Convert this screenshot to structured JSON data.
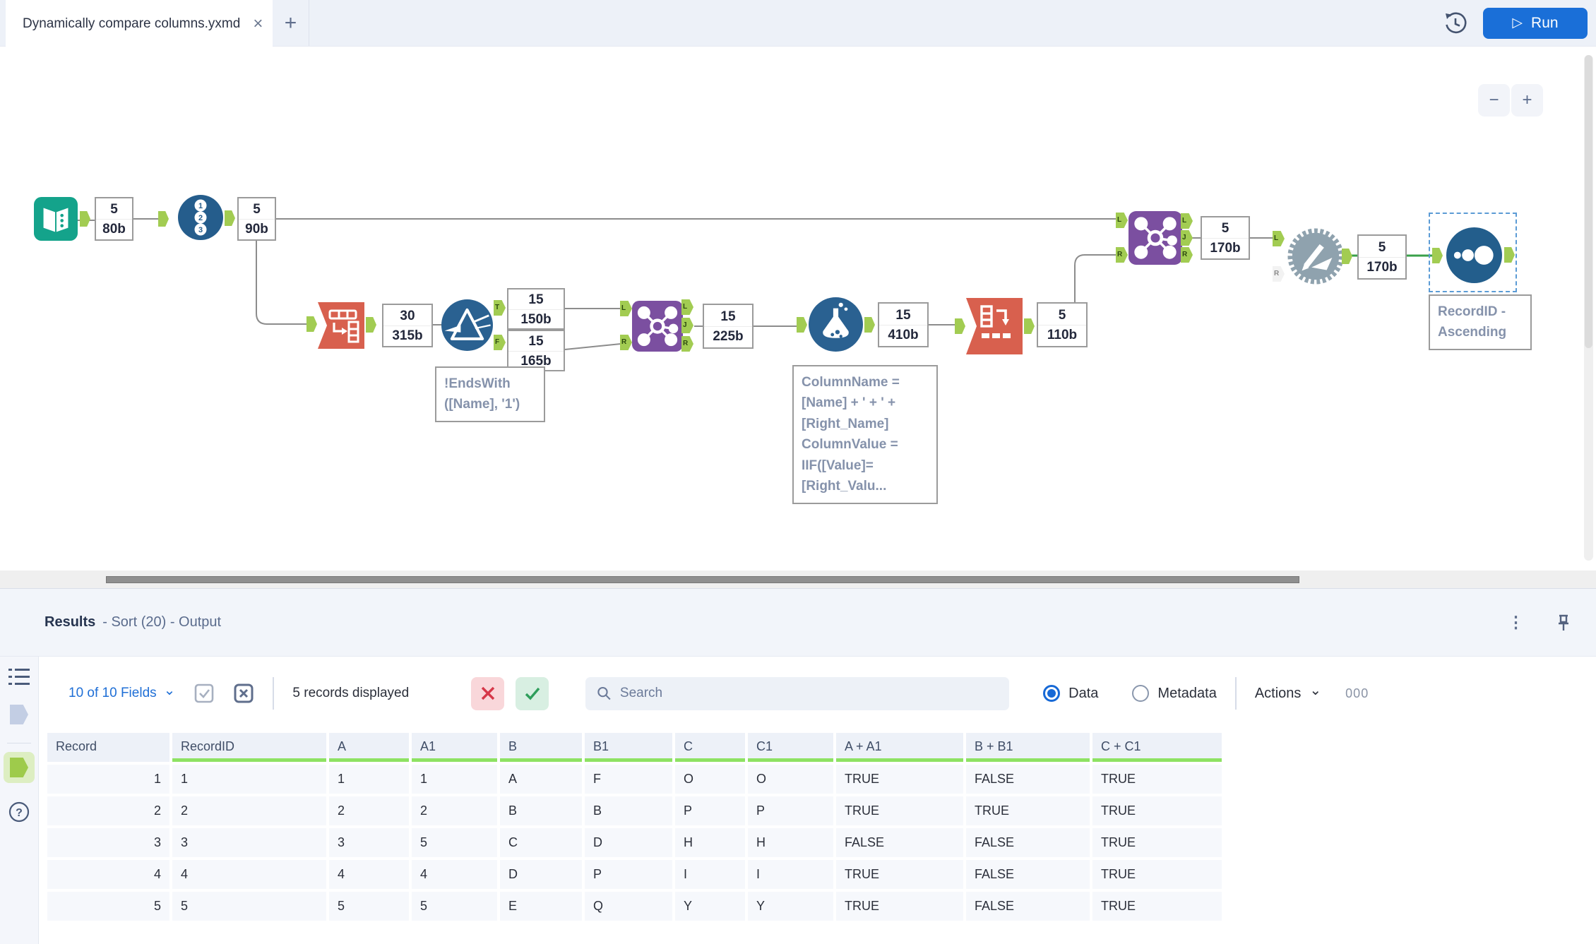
{
  "icons": {
    "close": "×",
    "plus": "+",
    "kebab": "⋮",
    "minus": "−",
    "zoom_plus": "+",
    "play": "▷",
    "chevron": "⌄"
  },
  "colors": {
    "accent_blue": "#1a6fd8",
    "anchor_green": "#a2cc52",
    "tool_teal": "#14a38b",
    "tool_navy": "#255d8c",
    "tool_orange": "#d8604e",
    "tool_purple": "#7b4fa0",
    "tool_gray": "#8fa2ae",
    "header_underline_green": "#8ee263",
    "selected_wire_green": "#3aa04a"
  },
  "tabbar": {
    "tab_title": "Dynamically compare columns.yxmd",
    "run_label": "Run"
  },
  "canvas": {
    "anchor_labels": {
      "t": "T",
      "f": "F",
      "l": "L",
      "j": "J",
      "r": "R"
    },
    "nodes": {
      "input_data": {
        "count": "5",
        "size": "80b"
      },
      "record_id": {
        "count": "5",
        "size": "90b",
        "badges": [
          "1",
          "2",
          "3"
        ]
      },
      "transpose": {
        "count": "30",
        "size": "315b"
      },
      "filter": {
        "true_count": "15",
        "true_size": "150b",
        "false_count": "15",
        "false_size": "165b",
        "annotation": "!EndsWith\n([Name], '1')"
      },
      "join_1": {
        "count": "15",
        "size": "225b"
      },
      "formula": {
        "count": "15",
        "size": "410b",
        "annotation": "ColumnName =\n[Name] + ' + ' +\n[Right_Name]\nColumnValue =\nIIF([Value]=\n[Right_Valu..."
      },
      "cross_tab": {
        "count": "5",
        "size": "110b"
      },
      "join_2": {
        "count": "5",
        "size": "170b"
      },
      "macro": {
        "count": "5",
        "size": "170b"
      },
      "sort": {
        "annotation": "RecordID -\nAscending"
      }
    }
  },
  "results": {
    "title": "Results",
    "subtitle": "- Sort (20) - Output",
    "toolbar": {
      "fields_label": "10 of 10 Fields",
      "records_label": "5 records displayed",
      "search_placeholder": "Search",
      "data_label": "Data",
      "metadata_label": "Metadata",
      "actions_label": "Actions",
      "cell_viewer_label": "000"
    },
    "table": {
      "columns": [
        "Record",
        "RecordID",
        "A",
        "A1",
        "B",
        "B1",
        "C",
        "C1",
        "A + A1",
        "B + B1",
        "C + C1"
      ],
      "rows": [
        [
          "1",
          "1",
          "1",
          "1",
          "A",
          "F",
          "O",
          "O",
          "TRUE",
          "FALSE",
          "TRUE"
        ],
        [
          "2",
          "2",
          "2",
          "2",
          "B",
          "B",
          "P",
          "P",
          "TRUE",
          "TRUE",
          "TRUE"
        ],
        [
          "3",
          "3",
          "3",
          "5",
          "C",
          "D",
          "H",
          "H",
          "FALSE",
          "FALSE",
          "TRUE"
        ],
        [
          "4",
          "4",
          "4",
          "4",
          "D",
          "P",
          "I",
          "I",
          "TRUE",
          "FALSE",
          "TRUE"
        ],
        [
          "5",
          "5",
          "5",
          "5",
          "E",
          "Q",
          "Y",
          "Y",
          "TRUE",
          "FALSE",
          "TRUE"
        ]
      ]
    }
  }
}
